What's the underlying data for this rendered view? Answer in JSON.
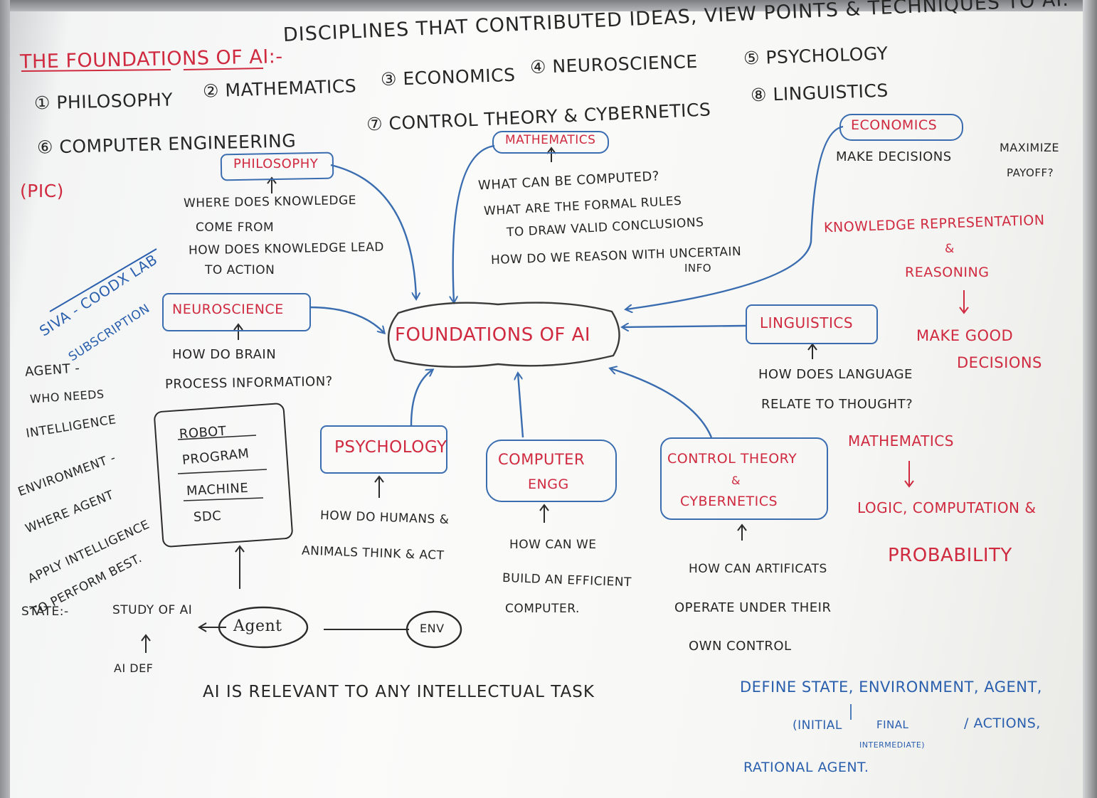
{
  "title": {
    "prefix": "The Foundations Of AI:-",
    "rest": "Disciplines That Contributed Ideas, View Points & Techniques To AI."
  },
  "list": {
    "item1": "① Philosophy",
    "item2": "② Mathematics",
    "item3": "③ Economics",
    "item4": "④ Neuroscience",
    "item5": "⑤ Psychology",
    "item6": "⑥ Computer Engineering",
    "item7": "⑦ Control Theory & Cybernetics",
    "item8": "⑧ Linguistics",
    "pic": "(Pic)"
  },
  "side_note": {
    "line1": "Siva - Coodx Lab",
    "line2": "Subscription"
  },
  "center": {
    "label": "Foundations Of AI"
  },
  "nodes": {
    "philosophy": {
      "label": "Philosophy",
      "q1": "Where Does Knowledge",
      "q2": "Come From",
      "q3": "How Does Knowledge Lead",
      "q4": "To Action"
    },
    "mathematics": {
      "label": "Mathematics",
      "q1": "What Can Be Computed?",
      "q2": "What Are The Formal Rules",
      "q3": "To Draw Valid Conclusions",
      "q4": "How Do We Reason With Uncertain",
      "q5": "Info"
    },
    "economics": {
      "label": "Economics",
      "q1": "Make Decisions",
      "q2": "Maximize",
      "q3": "Payoff?"
    },
    "neuroscience": {
      "label": "Neuroscience",
      "q1": "How Do Brain",
      "q2": "Process Information?"
    },
    "linguistics": {
      "label": "Linguistics",
      "q1": "How Does Language",
      "q2": "Relate To Thought?"
    },
    "psychology": {
      "label": "Psychology",
      "q1": "How Do Humans &",
      "q2": "Animals Think & Act"
    },
    "computer_engg": {
      "label1": "Computer",
      "label2": "Engg",
      "q1": "How Can We",
      "q2": "Build An Efficient",
      "q3": "Computer."
    },
    "control_theory": {
      "label1": "Control Theory",
      "label2": "&",
      "label3": "Cybernetics",
      "q1": "How Can Artificats",
      "q2": "Operate Under Their",
      "q3": "Own Control"
    }
  },
  "red_notes": {
    "kr1": "Knowledge Representation",
    "kr2": "&",
    "kr3": "Reasoning",
    "arrow": "↓",
    "md1": "Make Good",
    "md2": "Decisions",
    "math": "Mathematics",
    "arrow2": "↓",
    "lcp": "Logic, Computation &",
    "prob": "Probability"
  },
  "left_notes": {
    "agent1": "Agent -",
    "agent2": "Who Needs",
    "agent3": "Intelligence",
    "env1": "Environment -",
    "env2": "Where Agent",
    "env3": "Apply Intelligence",
    "env4": "To Perform Best.",
    "state": "State:-"
  },
  "agent_box": {
    "items": [
      "Robot",
      "Program",
      "Machine",
      "SDC"
    ]
  },
  "agent_diagram": {
    "study": "Study Of AI",
    "aidef": "AI Def",
    "agent": "Agent",
    "env": "Env"
  },
  "footer": {
    "text": "AI Is Relevant To Any Intellectual Task"
  },
  "define": {
    "line1": "Define State, Environment, Agent,",
    "initial": "(Initial",
    "final": "Final",
    "intermediate": "Intermediate)",
    "actions": "/ Actions,",
    "line3": "Rational Agent."
  }
}
